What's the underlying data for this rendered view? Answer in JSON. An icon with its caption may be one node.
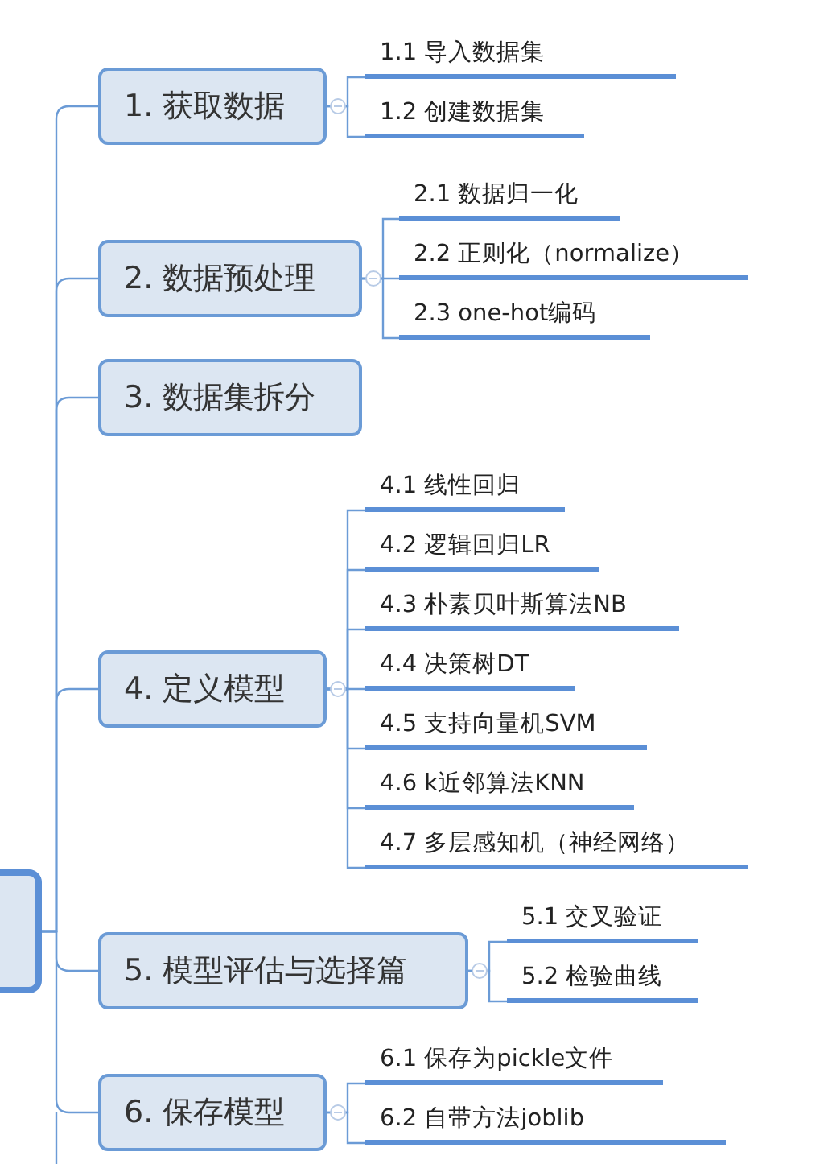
{
  "diagram": {
    "nodes": [
      {
        "text": [],
        "shape": "box"
      },
      {
        "text": [
          "1. 获取数据"
        ]
      },
      {
        "text": [
          "1.1 导入数据集"
        ]
      },
      {
        "text": [
          "1.2 创建数据集"
        ]
      },
      {
        "text": [
          "2. 数据预处理"
        ]
      },
      {
        "text": [
          "2.1 数据归一化"
        ]
      },
      {
        "text": [
          "2.2 正则化（normalize）"
        ]
      },
      {
        "text": [
          "2.3 one-hot编码"
        ]
      },
      {
        "text": [
          "3. 数据集拆分"
        ]
      },
      {
        "text": [
          "4. 定义模型"
        ]
      },
      {
        "text": [
          "4.1 线性回归"
        ]
      },
      {
        "text": [
          "4.2 逻辑回归LR"
        ]
      },
      {
        "text": [
          "4.3 朴素贝叶斯算法NB"
        ]
      },
      {
        "text": [
          "4.4 决策树DT"
        ]
      },
      {
        "text": [
          "4.5 支持向量机SVM"
        ]
      },
      {
        "text": [
          "4.6 k近邻算法KNN"
        ]
      },
      {
        "text": [
          "4.7 多层感知机（神经网络）"
        ]
      },
      {
        "text": [
          "5. 模型评估与选择篇"
        ]
      },
      {
        "text": [
          "5.1 交叉验证"
        ]
      },
      {
        "text": [
          "5.2 检验曲线"
        ]
      },
      {
        "text": [
          "6. 保存模型"
        ]
      },
      {
        "text": [
          "6.1 保存为pickle文件"
        ]
      },
      {
        "text": [
          "6.2 自带方法joblib"
        ]
      }
    ],
    "edges": [
      {
        "from": 0,
        "to": 1,
        "arrow": "none"
      },
      {
        "from": 0,
        "to": 4,
        "arrow": "none"
      },
      {
        "from": 0,
        "to": 8,
        "arrow": "none"
      },
      {
        "from": 0,
        "to": 9,
        "arrow": "none"
      },
      {
        "from": 0,
        "to": 17,
        "arrow": "none"
      },
      {
        "from": 0,
        "to": 20,
        "arrow": "none"
      },
      {
        "from": 1,
        "to": 2,
        "arrow": "none"
      },
      {
        "from": 1,
        "to": 3,
        "arrow": "none"
      },
      {
        "from": 4,
        "to": 5,
        "arrow": "none"
      },
      {
        "from": 4,
        "to": 6,
        "arrow": "none"
      },
      {
        "from": 4,
        "to": 7,
        "arrow": "none"
      },
      {
        "from": 9,
        "to": 10,
        "arrow": "none"
      },
      {
        "from": 9,
        "to": 11,
        "arrow": "none"
      },
      {
        "from": 9,
        "to": 12,
        "arrow": "none"
      },
      {
        "from": 9,
        "to": 13,
        "arrow": "none"
      },
      {
        "from": 9,
        "to": 14,
        "arrow": "none"
      },
      {
        "from": 9,
        "to": 15,
        "arrow": "none"
      },
      {
        "from": 9,
        "to": 16,
        "arrow": "none"
      },
      {
        "from": 17,
        "to": 18,
        "arrow": "none"
      },
      {
        "from": 17,
        "to": 19,
        "arrow": "none"
      },
      {
        "from": 20,
        "to": 21,
        "arrow": "none"
      },
      {
        "from": 20,
        "to": 22,
        "arrow": "none"
      }
    ]
  }
}
